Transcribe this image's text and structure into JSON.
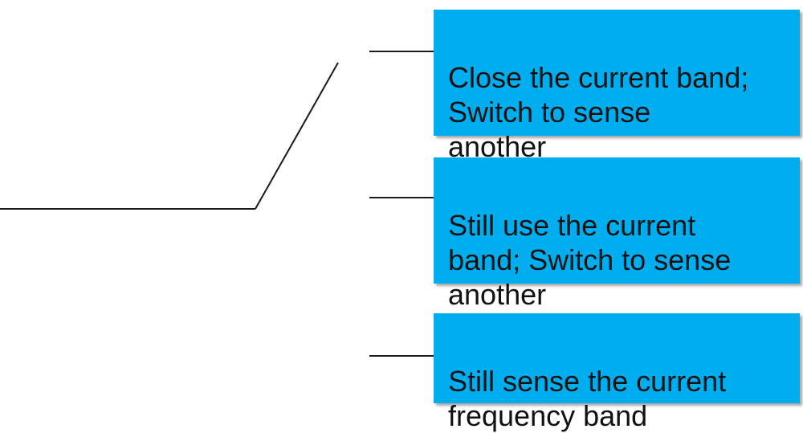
{
  "options": [
    {
      "text": "Close the current band;\nSwitch to sense\nanother"
    },
    {
      "text": "Still use the current\nband; Switch to sense\nanother"
    },
    {
      "text": "Still sense the current\nfrequency band"
    }
  ],
  "colors": {
    "box_fill": "#00aeef",
    "line": "#1a1a1a"
  }
}
